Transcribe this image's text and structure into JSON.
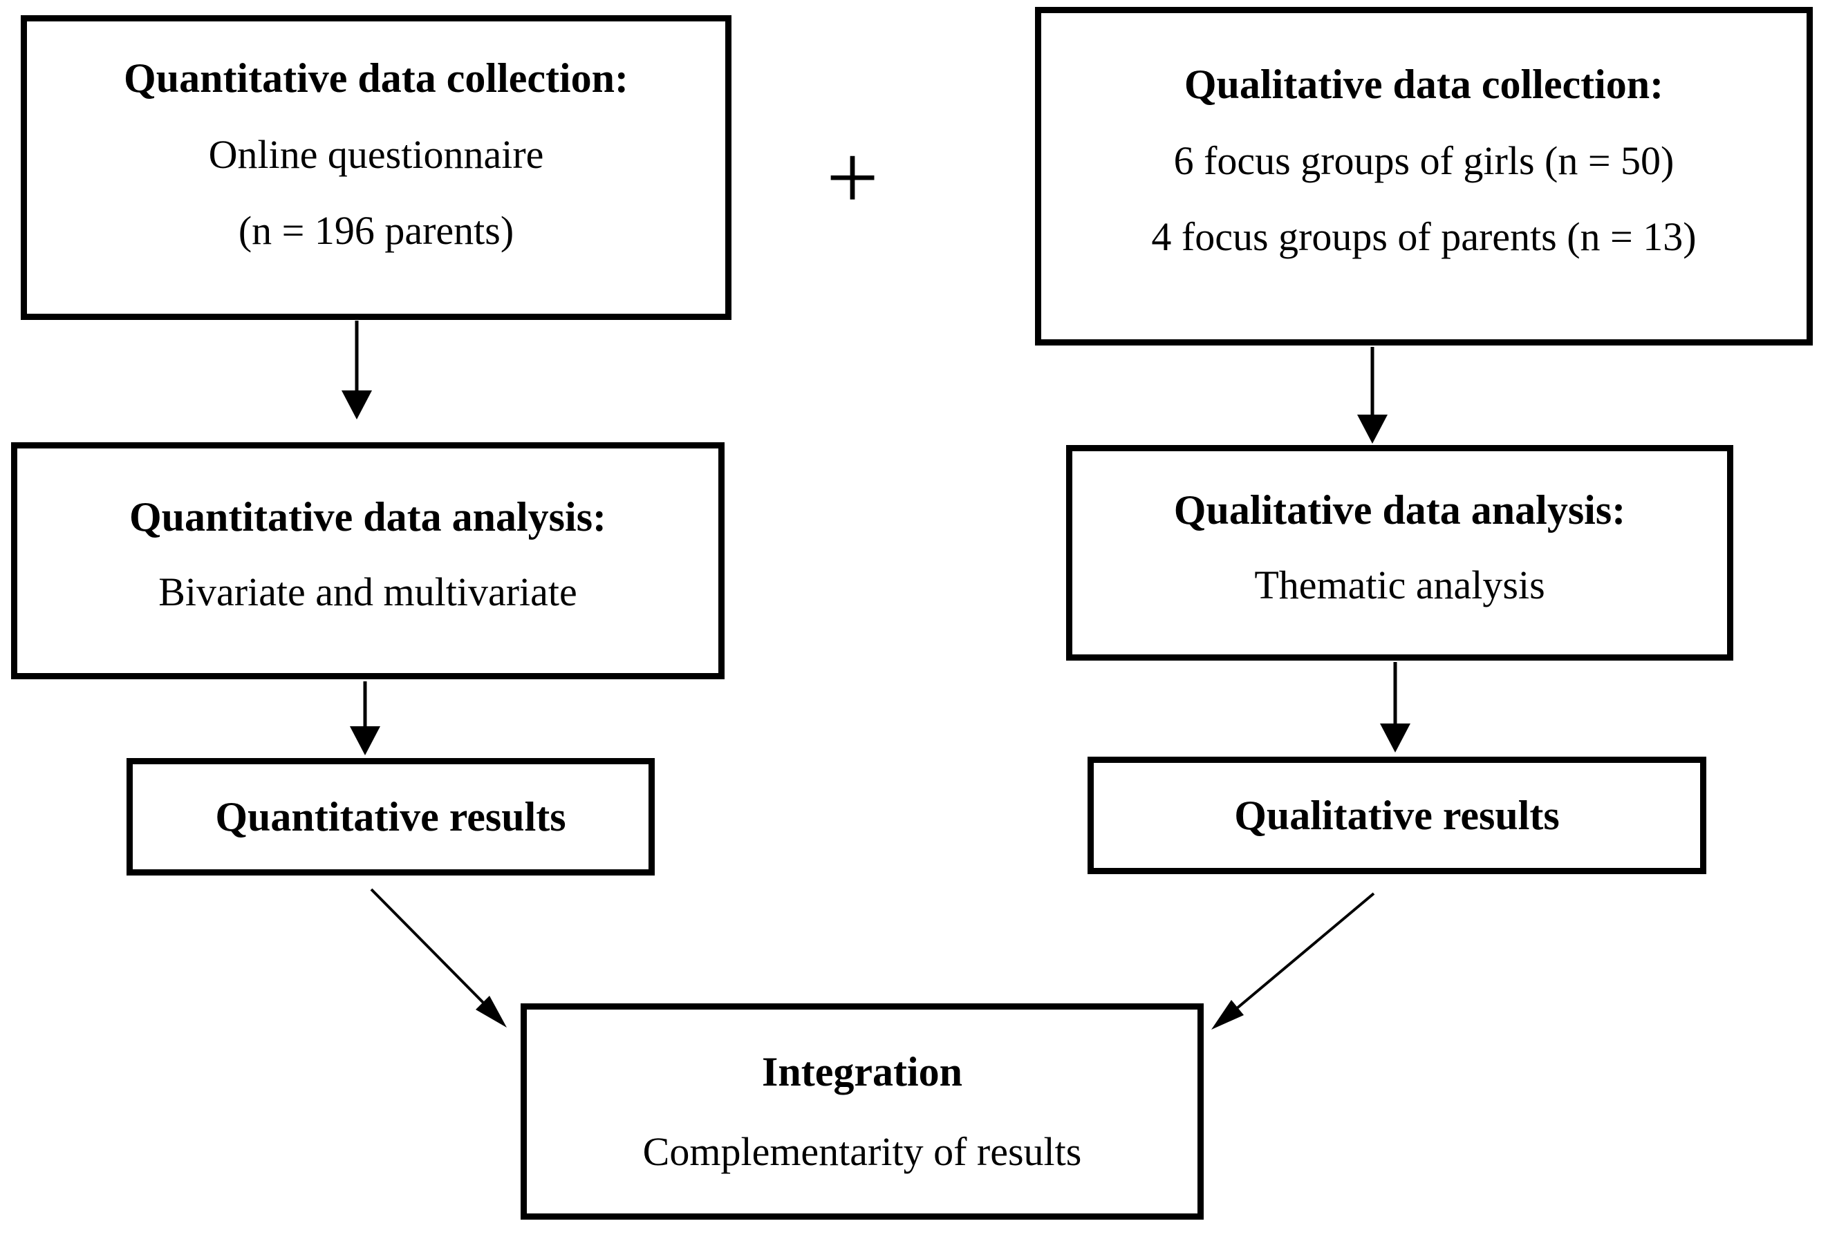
{
  "diagram": {
    "plus_sign": "+",
    "colors": {
      "border": "#000000",
      "background": "#ffffff",
      "text": "#000000"
    },
    "boxes": {
      "quant_collection": {
        "heading": "Quantitative data collection:",
        "lines": [
          "Online questionnaire",
          "(n = 196 parents)"
        ]
      },
      "qual_collection": {
        "heading": "Qualitative data collection:",
        "lines": [
          "6 focus groups of girls (n = 50)",
          "4 focus groups of parents (n = 13)"
        ]
      },
      "quant_analysis": {
        "heading": "Quantitative data analysis:",
        "lines": [
          "Bivariate and multivariate"
        ]
      },
      "qual_analysis": {
        "heading": "Qualitative data analysis:",
        "lines": [
          "Thematic analysis"
        ]
      },
      "quant_results": {
        "heading": "Quantitative results"
      },
      "qual_results": {
        "heading": "Qualitative results"
      },
      "integration": {
        "heading": "Integration",
        "lines": [
          "Complementarity of results"
        ]
      }
    }
  }
}
